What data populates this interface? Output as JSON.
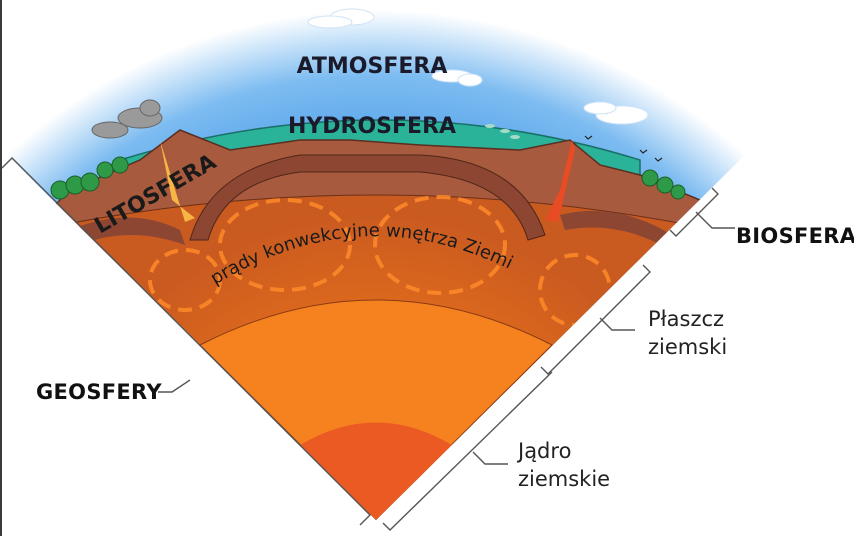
{
  "diagram": {
    "type": "earth-cross-section-wedge",
    "language": "pl",
    "layer_labels": {
      "atmosphere": "ATMOSFERA",
      "hydrosphere": "HYDROSFERA",
      "lithosphere": "LITOSFERA",
      "convection": "prądy konwekcyjne wnętrza Ziemi"
    },
    "side_labels": {
      "biosphere": "BIOSFERA",
      "geospheres": "GEOSFERY",
      "mantle_line1": "Płaszcz",
      "mantle_line2": "ziemski",
      "core_line1": "Jądro",
      "core_line2": "ziemskie"
    },
    "colors": {
      "sky": "#5aa6ea",
      "sky_edge": "#ffffff",
      "ocean": "#2bb39a",
      "crust": "#a85a3e",
      "crust_dark": "#8c4632",
      "mantle": "#d7681f",
      "outer_core": "#f5821f",
      "inner_core": "#ec5a24",
      "magma": "#f6b545",
      "convection_arrows": "#ff8a2a",
      "trees": "#2e9a48",
      "smoke": "#9a9a9a",
      "bracket_line": "#555555",
      "label_text": "#111111"
    }
  }
}
